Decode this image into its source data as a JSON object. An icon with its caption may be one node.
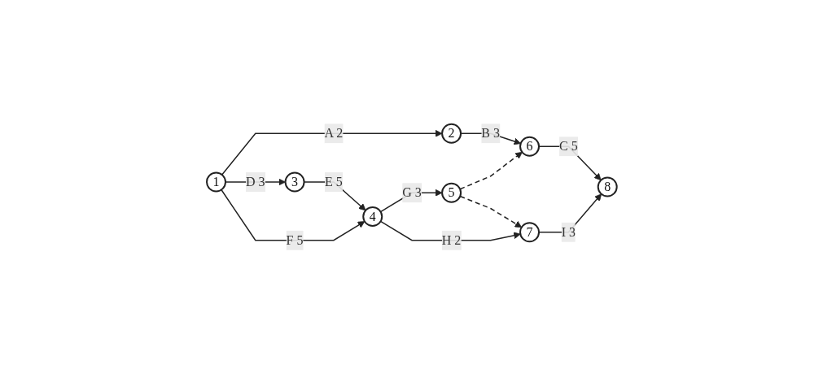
{
  "diagram": {
    "nodes": [
      {
        "text": [
          "1"
        ]
      },
      {
        "text": [
          "2"
        ]
      },
      {
        "text": [
          "3"
        ]
      },
      {
        "text": [
          "4"
        ]
      },
      {
        "text": [
          "5"
        ]
      },
      {
        "text": [
          "6"
        ]
      },
      {
        "text": [
          "7"
        ]
      },
      {
        "text": [
          "8"
        ]
      }
    ],
    "edges": [
      {
        "from": 0,
        "to": 1,
        "arrow": "to",
        "label": "A 2"
      },
      {
        "from": 1,
        "to": 5,
        "arrow": "to",
        "label": "B 3"
      },
      {
        "from": 5,
        "to": 7,
        "arrow": "to",
        "label": "C 5"
      },
      {
        "from": 0,
        "to": 2,
        "arrow": "to",
        "label": "D 3"
      },
      {
        "from": 2,
        "to": 3,
        "arrow": "to",
        "label": "E 5"
      },
      {
        "from": 3,
        "to": 4,
        "arrow": "to",
        "label": "G 3"
      },
      {
        "from": 4,
        "to": 5,
        "arrow": "to",
        "style": "dashed"
      },
      {
        "from": 4,
        "to": 6,
        "arrow": "to",
        "style": "dashed"
      },
      {
        "from": 0,
        "to": 3,
        "arrow": "to",
        "label": "F 5"
      },
      {
        "from": 3,
        "to": 6,
        "arrow": "to",
        "label": "H 2"
      },
      {
        "from": 6,
        "to": 7,
        "arrow": "to",
        "label": "I 3"
      }
    ]
  }
}
